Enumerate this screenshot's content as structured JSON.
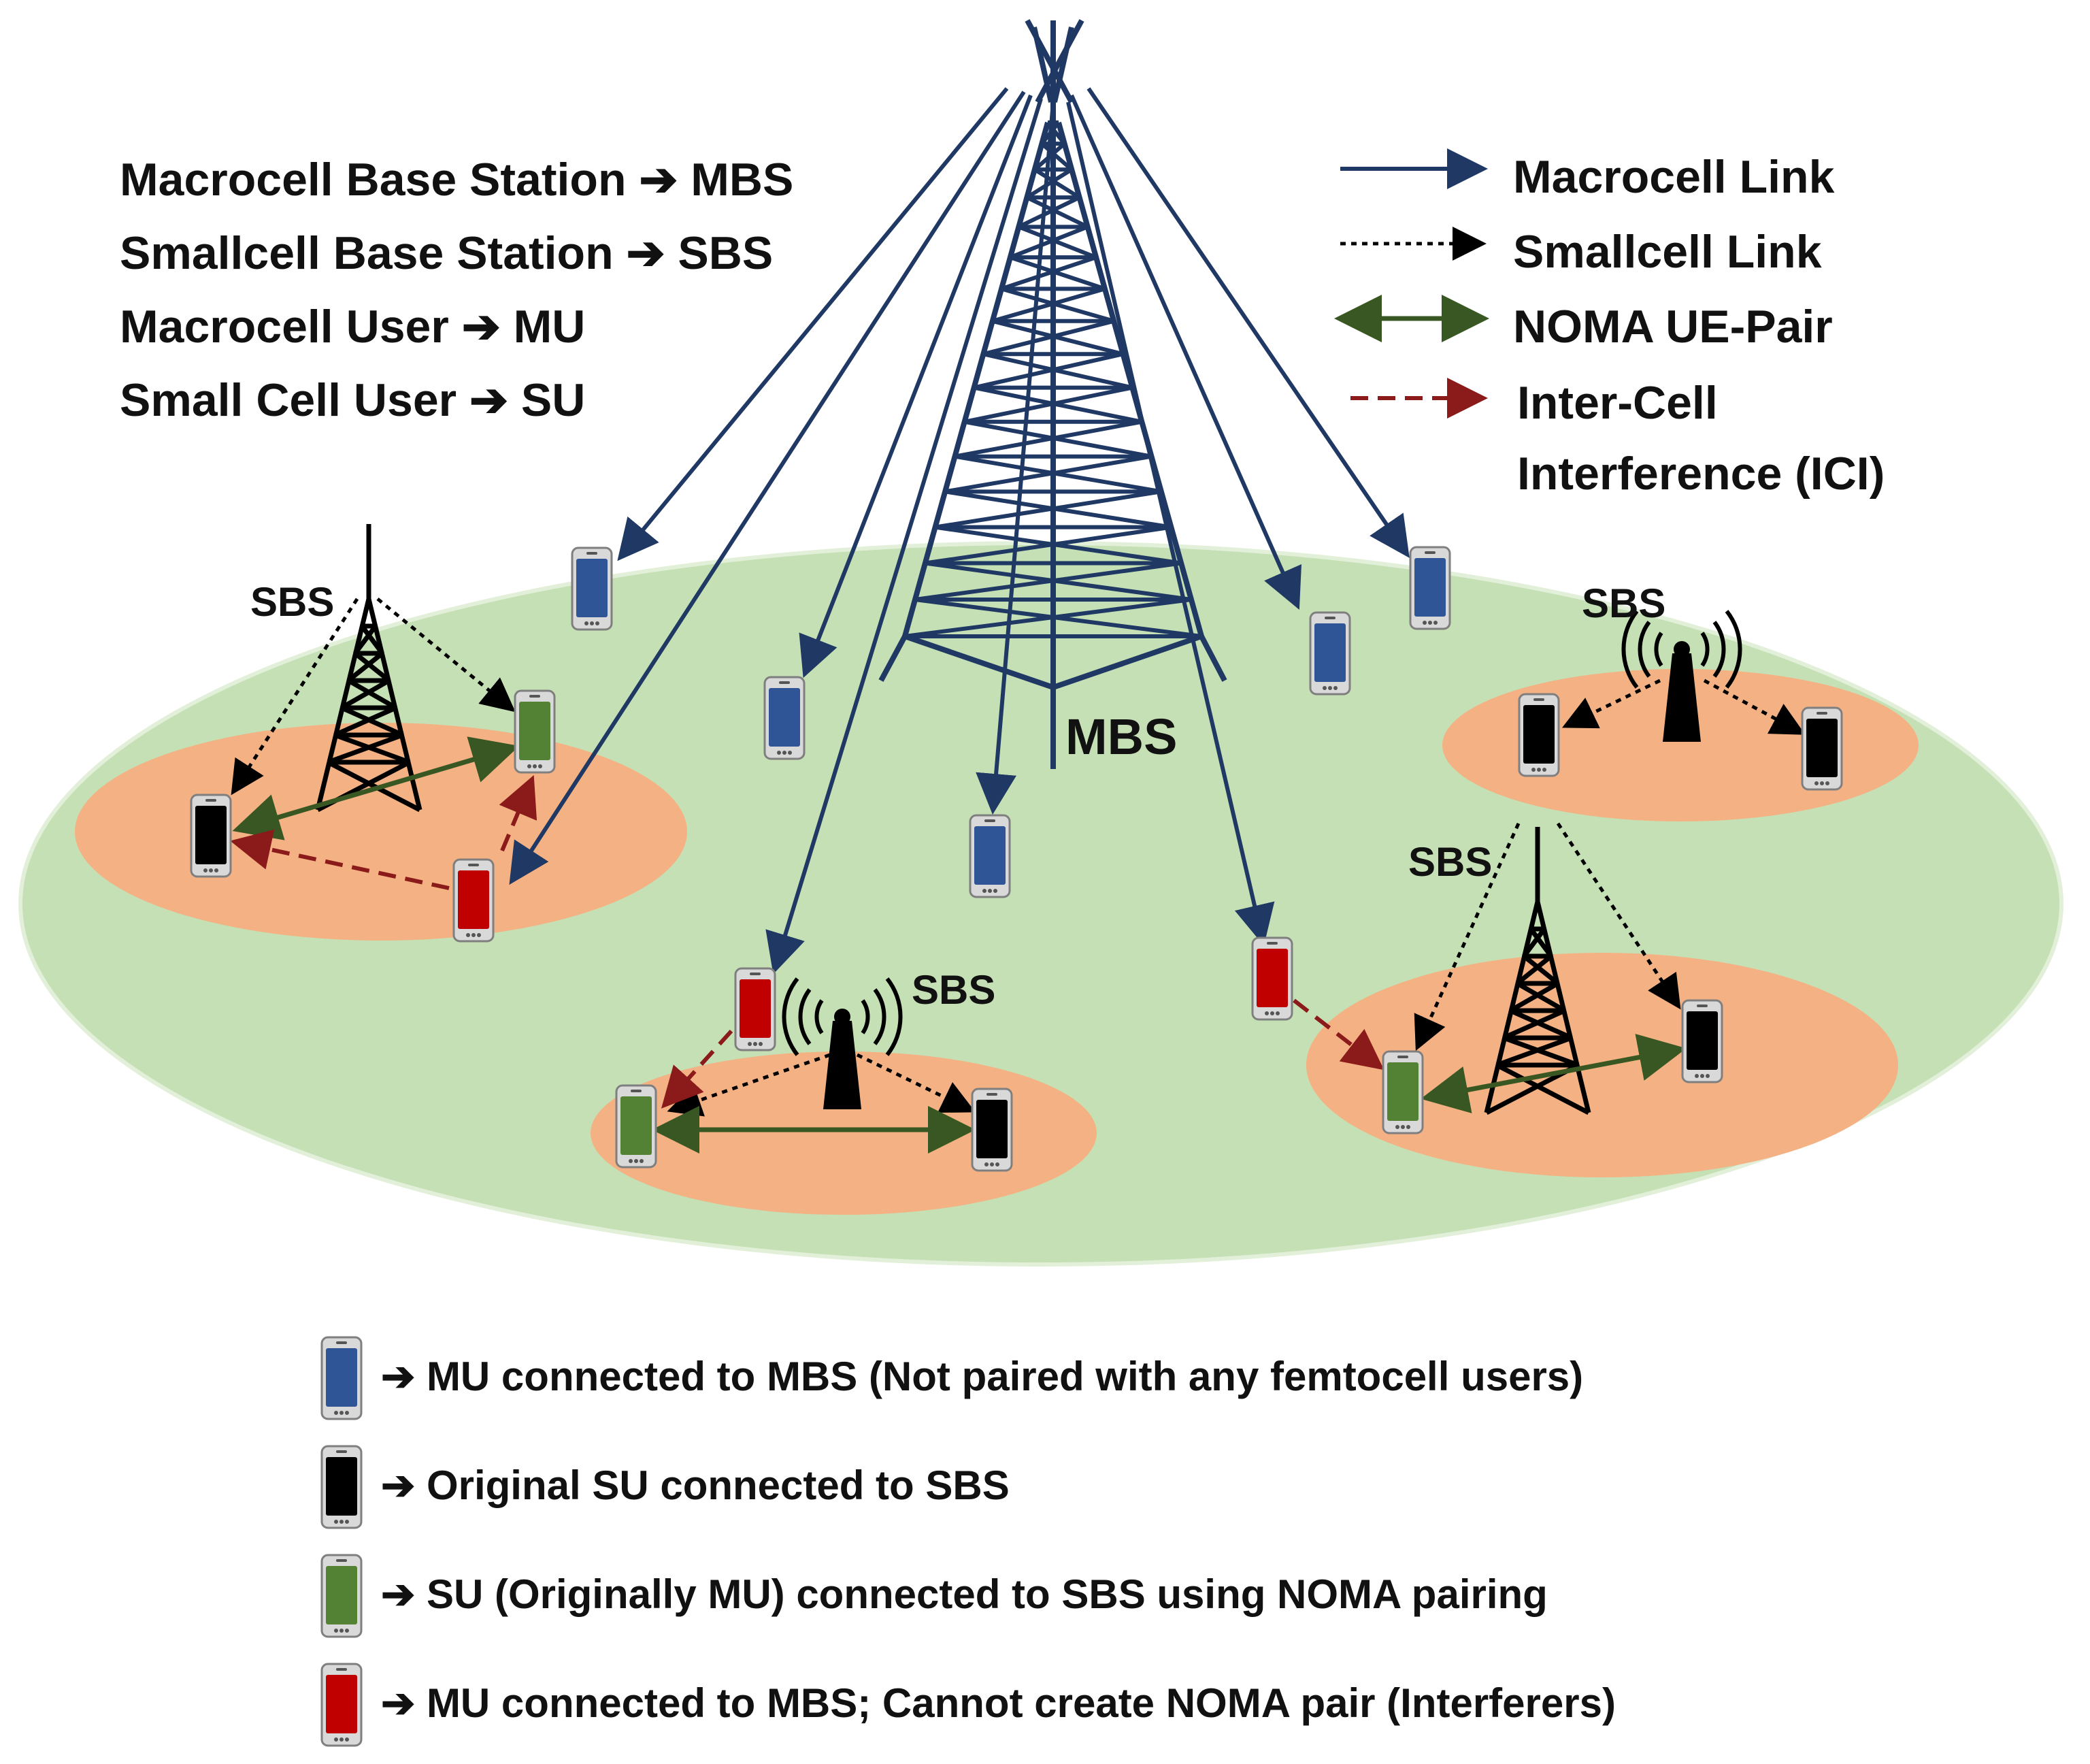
{
  "colors": {
    "macro_area": "#c5e0b4",
    "small_area": "#f4b183",
    "mu": "#2f5597",
    "su": "#000000",
    "noma_su": "#548235",
    "interferer": "#c00000",
    "macro_link": "#1f3864",
    "noma_link": "#385723",
    "ici_link": "#8b1a1a"
  },
  "abbreviations": [
    {
      "text": "Macrocell Base Station ➔ MBS"
    },
    {
      "text": "Smallcell Base Station ➔ SBS"
    },
    {
      "text": "Macrocell User ➔ MU"
    },
    {
      "text": "Small Cell User ➔ SU"
    }
  ],
  "link_legend": [
    {
      "label": "Macrocell Link",
      "style": "solid-arrow"
    },
    {
      "label": "Smallcell Link",
      "style": "dotted-arrow"
    },
    {
      "label": "NOMA UE-Pair",
      "style": "double-arrow"
    },
    {
      "label": "Inter-Cell Interference (ICI)",
      "line1": "Inter-Cell",
      "line2": "Interference (ICI)",
      "style": "dashed-arrow"
    }
  ],
  "station_labels": {
    "mbs": "MBS",
    "sbs": "SBS"
  },
  "user_legend": [
    {
      "icon": "phone-blue-icon",
      "text": "➔ MU connected to MBS (Not paired with any femtocell users)"
    },
    {
      "icon": "phone-black-icon",
      "text": "➔ Original SU connected to SBS"
    },
    {
      "icon": "phone-green-icon",
      "text": "➔ SU (Originally MU) connected to SBS using NOMA pairing"
    },
    {
      "icon": "phone-red-icon",
      "text": "➔ MU connected to MBS; Cannot create NOMA pair (Interferers)"
    }
  ]
}
